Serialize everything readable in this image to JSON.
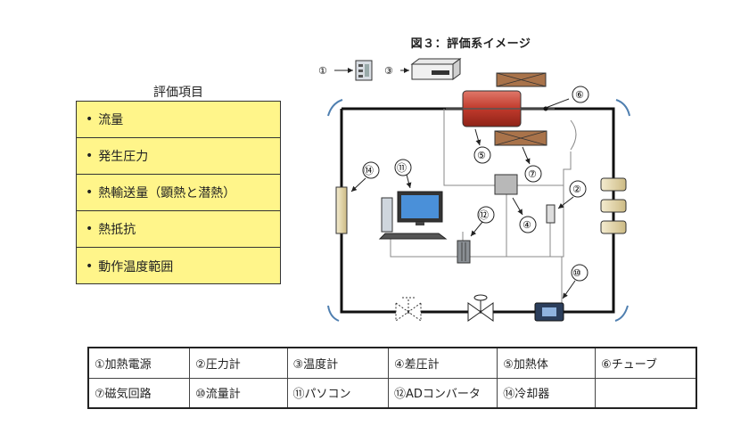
{
  "figure_title": "図３：評価系イメージ",
  "evaluation": {
    "title": "評価項目",
    "items": [
      "流量",
      "発生圧力",
      "熱輸送量（顕熱と潜熱）",
      "熱抵抗",
      "動作温度範囲"
    ]
  },
  "callouts": {
    "c1": "①",
    "c2": "②",
    "c3": "③",
    "c4": "④",
    "c5": "⑤",
    "c6": "⑥",
    "c7": "⑦",
    "c10": "⑩",
    "c11": "⑪",
    "c12": "⑫",
    "c14": "⑭"
  },
  "legend": {
    "rows": [
      [
        "①加熱電源",
        "②圧力計",
        "③温度計",
        "④差圧計",
        "⑤加熱体",
        "⑥チューブ"
      ],
      [
        "⑦磁気回路",
        "⑩流量計",
        "⑪パソコン",
        "⑫ADコンバータ",
        "⑭冷却器",
        ""
      ]
    ]
  },
  "colors": {
    "panel_fill": "#fff58a",
    "heater_fill": "#c0392b",
    "magnet_fill": "#a9734a",
    "cooler_fill": "#e8dcb0",
    "meter_fill": "#2b3e5c",
    "monitor_screen": "#4a90d9",
    "flow_arrow": "#4f7fb0"
  }
}
